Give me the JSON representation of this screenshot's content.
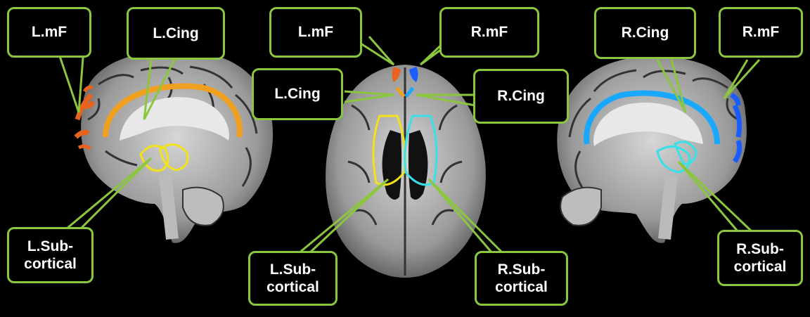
{
  "figure": {
    "panels": [
      {
        "id": "left-sagittal",
        "view": "left medial sagittal"
      },
      {
        "id": "axial",
        "view": "axial"
      },
      {
        "id": "right-sagittal",
        "view": "right medial sagittal"
      }
    ],
    "labels": {
      "left_panel": {
        "mF": "L.mF",
        "cing": "L.Cing",
        "subcortical_line1": "L.Sub-",
        "subcortical_line2": "cortical"
      },
      "middle_panel": {
        "left_mF": "L.mF",
        "right_mF": "R.mF",
        "left_cing": "L.Cing",
        "right_cing": "R.Cing",
        "left_sub_line1": "L.Sub-",
        "left_sub_line2": "cortical",
        "right_sub_line1": "R.Sub-",
        "right_sub_line2": "cortical"
      },
      "right_panel": {
        "cing": "R.Cing",
        "mF": "R.mF",
        "subcortical_line1": "R.Sub-",
        "subcortical_line2": "cortical"
      }
    },
    "colors": {
      "background": "#000000",
      "callout_border": "#8cc63f",
      "leader_line": "#8cc63f",
      "left_mF_region": "#e8641e",
      "left_cing_region": "#f0a020",
      "left_subcortical_outline": "#f2e21a",
      "right_mF_region": "#1a5cff",
      "right_cing_region": "#1aa8ff",
      "right_subcortical_outline": "#38e0e8"
    }
  }
}
